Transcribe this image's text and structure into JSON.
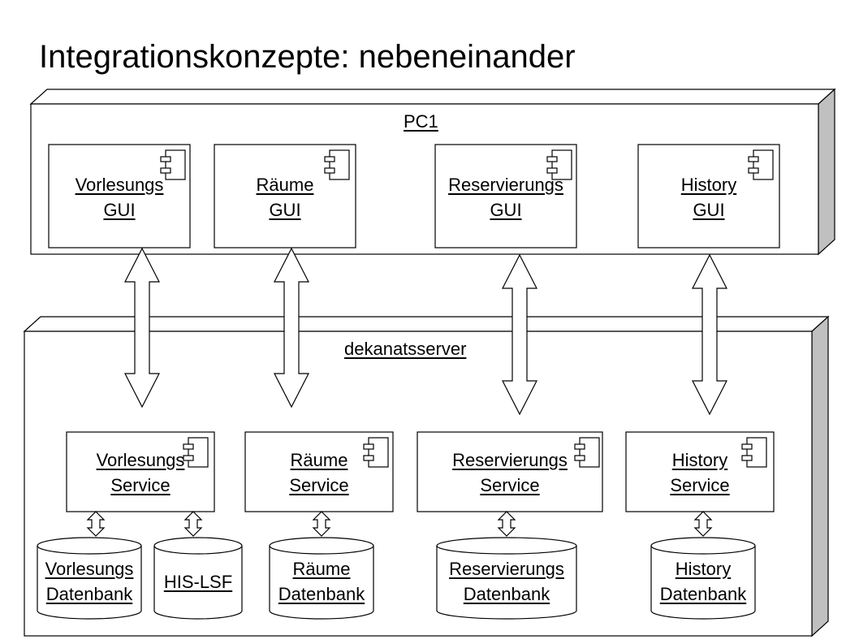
{
  "title": "Integrationskonzepte: nebeneinander",
  "nodes": {
    "pc1": "PC1",
    "server": "dekanatsserver"
  },
  "gui": [
    {
      "line1": "Vorlesungs",
      "line2": "GUI"
    },
    {
      "line1": "Räume",
      "line2": "GUI"
    },
    {
      "line1": "Reservierungs",
      "line2": "GUI"
    },
    {
      "line1": "History",
      "line2": "GUI"
    }
  ],
  "services": [
    {
      "line1": "Vorlesungs",
      "line2": "Service"
    },
    {
      "line1": "Räume",
      "line2": "Service"
    },
    {
      "line1": "Reservierungs",
      "line2": "Service"
    },
    {
      "line1": "History",
      "line2": "Service"
    }
  ],
  "databases": [
    {
      "line1": "Vorlesungs",
      "line2": "Datenbank"
    },
    {
      "line1": "HIS-LSF",
      "line2": ""
    },
    {
      "line1": "Räume",
      "line2": "Datenbank"
    },
    {
      "line1": "Reservierungs",
      "line2": "Datenbank"
    },
    {
      "line1": "History",
      "line2": "Datenbank"
    }
  ],
  "colors": {
    "box_fill": "#ffffff",
    "node_side": "#c0c0c0",
    "stroke": "#000000"
  }
}
